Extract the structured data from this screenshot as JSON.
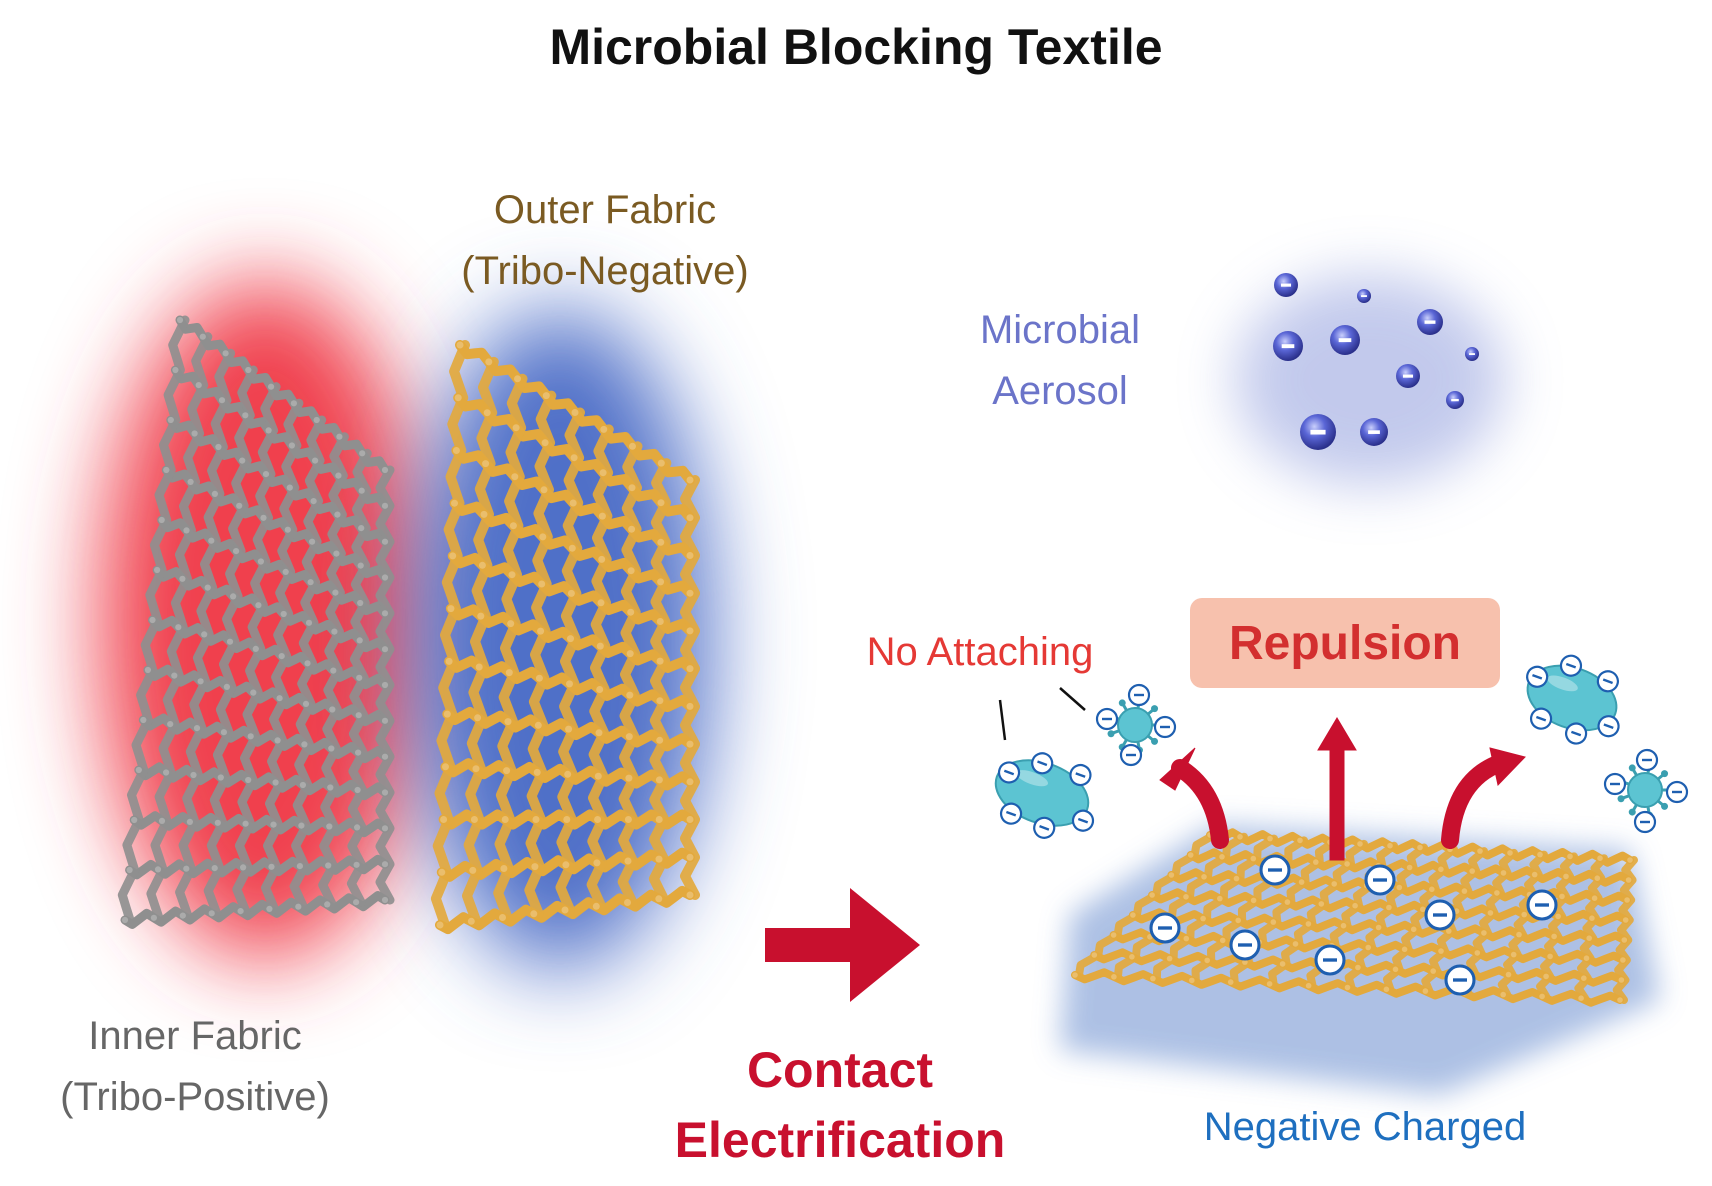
{
  "title": "Microbial Blocking Textile",
  "outer_fabric": {
    "line1": "Outer Fabric",
    "line2": "(Tribo-Negative)"
  },
  "inner_fabric": {
    "line1": "Inner Fabric",
    "line2": "(Tribo-Positive)"
  },
  "aerosol": {
    "line1": "Microbial",
    "line2": "Aerosol"
  },
  "process": {
    "line1": "Contact",
    "line2": "Electrification"
  },
  "no_attaching": "No Attaching",
  "repulsion": "Repulsion",
  "negative_charged": "Negative Charged",
  "colors": {
    "outer_label": "#7a5a22",
    "inner_label": "#666666",
    "aerosol_label": "#6b74c9",
    "contact_label": "#c8102e",
    "no_attaching": "#e53935",
    "repulsion_text": "#d32f2f",
    "repulsion_bg": "#f7c1ad",
    "negative_charged": "#1e6fbf",
    "inner_fiber": "#8f8f8f",
    "outer_fiber": "#e3a93d",
    "red_glow": "#f0404d",
    "blue_glow": "#4f6fc8",
    "arrow": "#c8102e",
    "microbe": "#5cc4d2",
    "charge_ring": "#1e5fb0"
  }
}
